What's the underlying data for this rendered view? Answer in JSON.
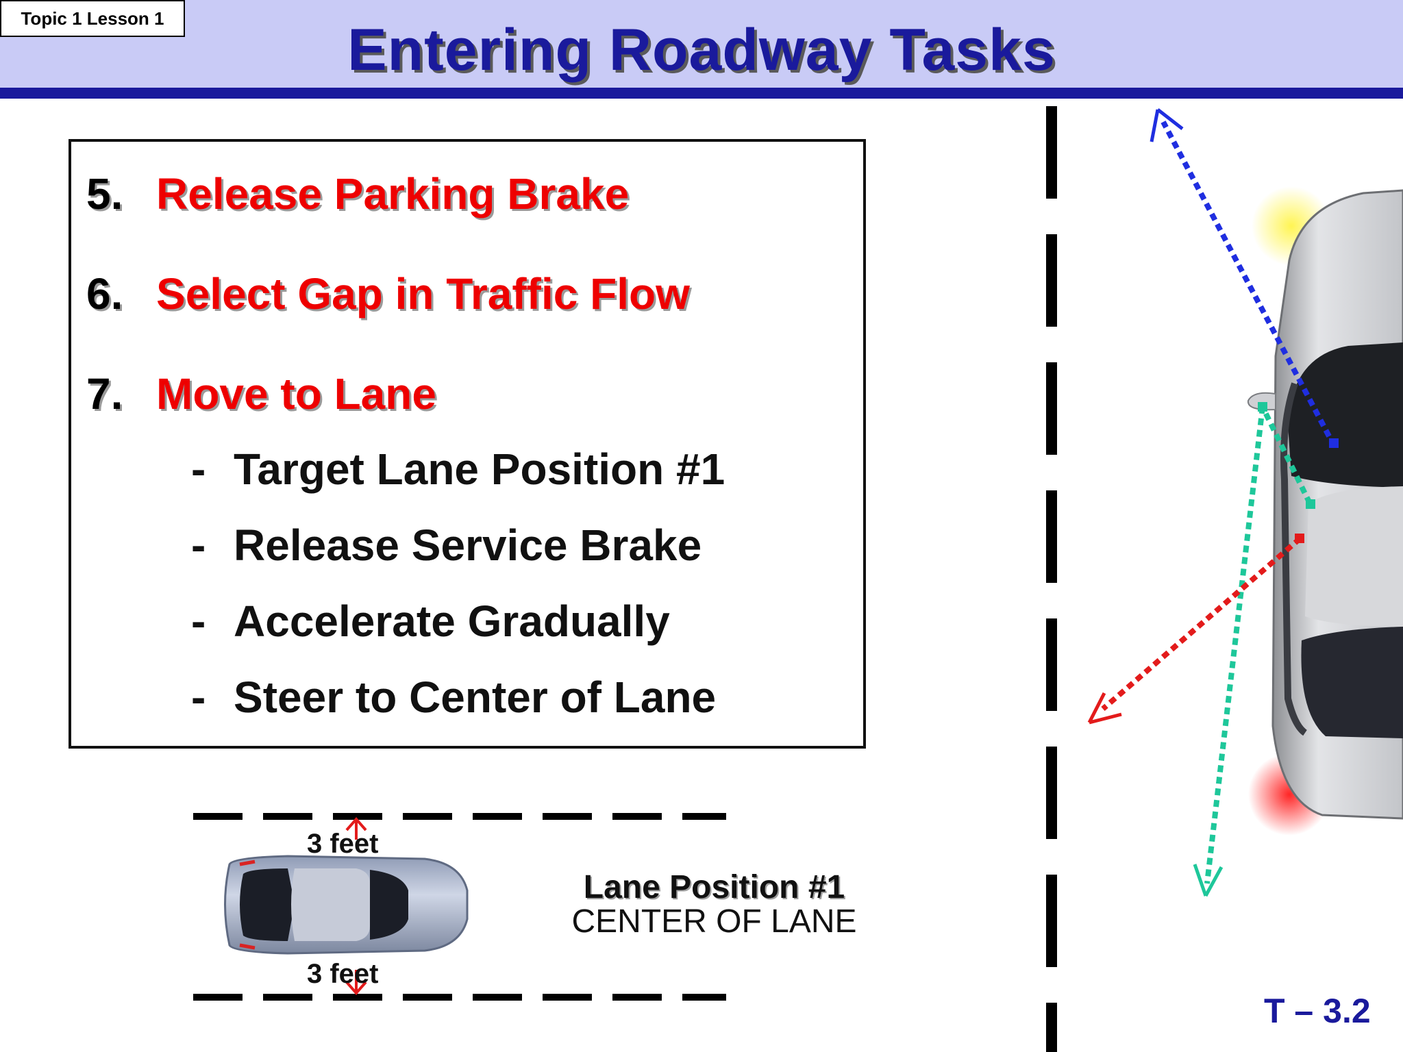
{
  "header": {
    "topic_label": "Topic 1 Lesson 1",
    "title": "Entering Roadway Tasks"
  },
  "steps": [
    {
      "number": "5.",
      "text": "Release Parking Brake"
    },
    {
      "number": "6.",
      "text": "Select Gap in Traffic Flow"
    },
    {
      "number": "7.",
      "text": "Move to Lane"
    }
  ],
  "substeps": [
    {
      "dash": "-",
      "text": "Target Lane Position #1"
    },
    {
      "dash": "-",
      "text": "Release Service Brake"
    },
    {
      "dash": "-",
      "text": "Accelerate Gradually"
    },
    {
      "dash": "-",
      "text": "Steer to Center of Lane"
    }
  ],
  "lane_diagram": {
    "top_clearance": "3 feet",
    "bottom_clearance": "3 feet",
    "title": "Lane Position #1",
    "subtitle": "CENTER OF LANE"
  },
  "footer": {
    "slide_code": "T – 3.2"
  },
  "colors": {
    "header_band": "#c9cbf6",
    "title_blue": "#1a1a9c",
    "step_red": "#ee0000",
    "arrow_blue": "#1f2ee0",
    "arrow_green": "#1ec79a",
    "arrow_red": "#e31b1b"
  }
}
